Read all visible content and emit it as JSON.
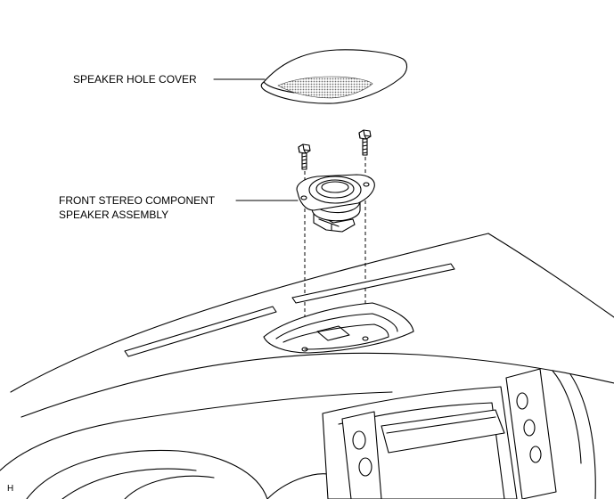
{
  "labels": {
    "speaker_hole_cover": "SPEAKER HOLE COVER",
    "speaker_assembly_line1": "FRONT STEREO COMPONENT",
    "speaker_assembly_line2": "SPEAKER ASSEMBLY",
    "figure_code": "H"
  },
  "colors": {
    "line": "#000000",
    "background": "#ffffff",
    "mesh": "#7a7a7a"
  }
}
